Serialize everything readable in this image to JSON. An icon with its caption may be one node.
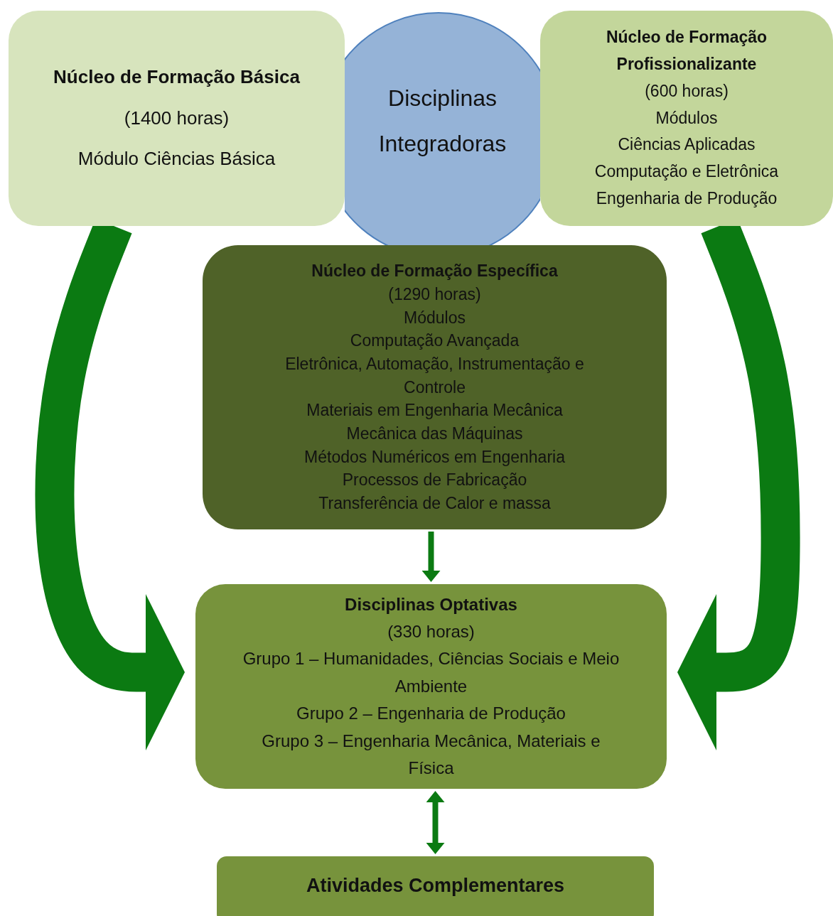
{
  "diagram": {
    "nodes": [
      {
        "text": [
          "Núcleo de Formação Básica",
          "(1400 horas)",
          "Módulo Ciências Básica"
        ]
      },
      {
        "text": [
          "Disciplinas Integradoras"
        ]
      },
      {
        "text": [
          "Núcleo de Formação Profissionalizante",
          "(600 horas)",
          "Módulos",
          "Ciências Aplicadas",
          "Computação e Eletrônica",
          "Engenharia de Produção"
        ]
      },
      {
        "text": [
          "Núcleo de Formação Específica",
          "(1290 horas)",
          "Módulos",
          "Computação Avançada",
          "Eletrônica, Automação, Instrumentação e Controle",
          "Materiais em Engenharia Mecânica",
          "Mecânica das Máquinas",
          "Métodos Numéricos em Engenharia",
          "Processos de Fabricação",
          "Transferência de Calor e massa"
        ]
      },
      {
        "text": [
          "Disciplinas Optativas",
          "(330 horas)",
          "Grupo 1 – Humanidades, Ciências Sociais e Meio Ambiente",
          "Grupo 2 – Engenharia de Produção",
          "Grupo 3 – Engenharia Mecânica, Materiais e Física"
        ]
      },
      {
        "text": [
          "Atividades Complementares"
        ]
      }
    ],
    "edges": [
      {
        "from": 0,
        "to": 4,
        "arrow": "to",
        "style": "thick"
      },
      {
        "from": 2,
        "to": 4,
        "arrow": "to",
        "style": "thick"
      },
      {
        "from": 3,
        "to": 4,
        "arrow": "to"
      },
      {
        "from": 4,
        "to": 5,
        "arrow": "both"
      }
    ]
  }
}
